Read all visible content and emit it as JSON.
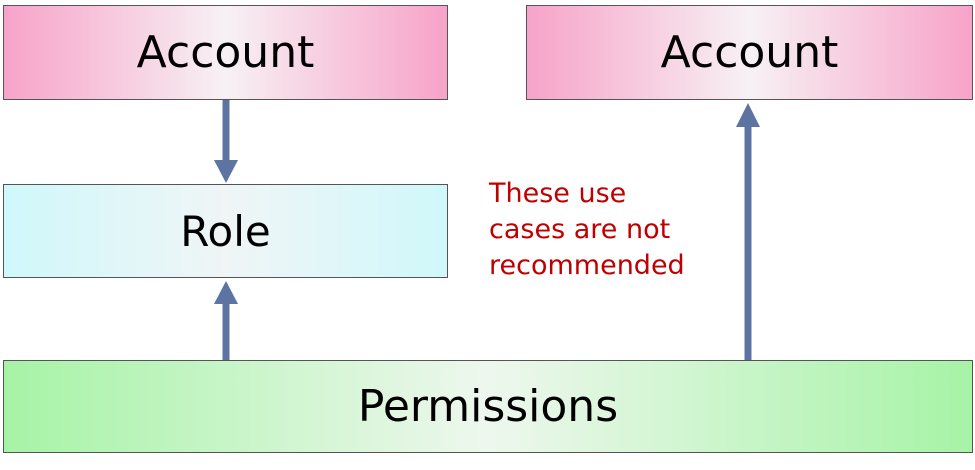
{
  "diagram": {
    "account_left": "Account",
    "account_right": "Account",
    "role": "Role",
    "permissions": "Permissions",
    "note": "These use\ncases are not\nrecommended",
    "colors": {
      "account_edge": "#f7a3c9",
      "role_edge": "#cff8fb",
      "permissions_edge": "#a6f3a6",
      "arrow": "#5d74a3",
      "note": "#c00000"
    }
  }
}
